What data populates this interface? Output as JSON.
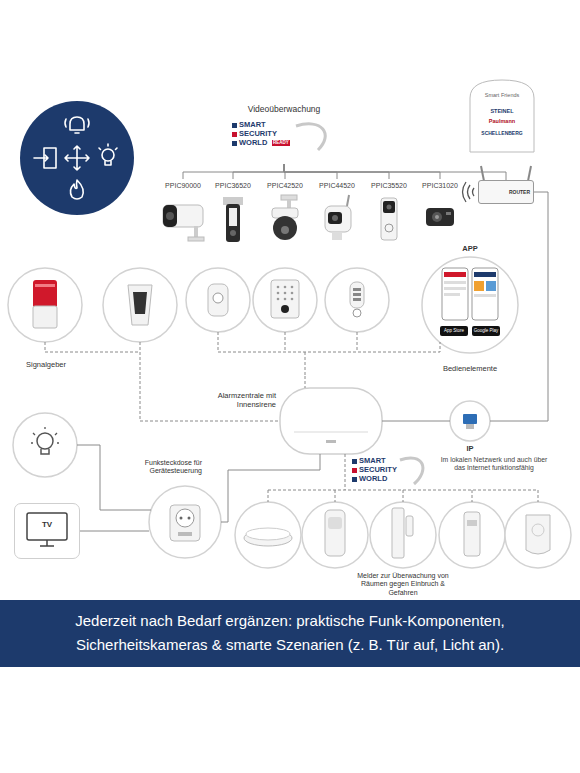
{
  "diagram": {
    "caption": "Jederzeit nach Bedarf ergänzen: praktische Funk-Komponenten, Sicherheitskameras & smarte Szenarien (z. B. Tür auf, Licht an).",
    "nodes": [
      {
        "text": [
          "Videoüberwachung"
        ]
      },
      {
        "text": [
          "PPIC90000"
        ]
      },
      {
        "text": [
          "PPIC36520"
        ]
      },
      {
        "text": [
          "PPIC42520"
        ]
      },
      {
        "text": [
          "PPIC44520"
        ]
      },
      {
        "text": [
          "PPIC35520"
        ]
      },
      {
        "text": [
          "PPIC31020"
        ]
      },
      {
        "text": [
          "Smart Friends",
          "STEINEL",
          "Paulmann",
          "SCHELLENBERG"
        ]
      },
      {
        "text": [
          "ROUTER"
        ]
      },
      {
        "text": [
          "Signalgeber"
        ]
      },
      {
        "text": [
          "APP",
          "Bedienelemente"
        ]
      },
      {
        "text": [
          "Alarmzentrale mit Innensirene"
        ]
      },
      {
        "text": [
          "IP",
          "Im lokalen Netzwerk und auch über das Internet funktionsfähig"
        ]
      },
      {
        "text": [
          "TV"
        ]
      },
      {
        "text": [
          "Funksteckdose für Gerätesteuerung"
        ]
      },
      {
        "text": [
          "Melder zur Überwachung von Räumen gegen Einbruch & Gefahren"
        ]
      }
    ],
    "edges": [
      {
        "from": 0,
        "to": 1,
        "arrow": "none"
      },
      {
        "from": 0,
        "to": 2,
        "arrow": "none"
      },
      {
        "from": 0,
        "to": 3,
        "arrow": "none"
      },
      {
        "from": 0,
        "to": 4,
        "arrow": "none"
      },
      {
        "from": 0,
        "to": 5,
        "arrow": "none"
      },
      {
        "from": 0,
        "to": 6,
        "arrow": "none"
      },
      {
        "from": 0,
        "to": 8,
        "arrow": "none"
      },
      {
        "from": 9,
        "to": 11,
        "arrow": "none"
      },
      {
        "from": 10,
        "to": 11,
        "arrow": "none"
      },
      {
        "from": 11,
        "to": 12,
        "arrow": "none"
      },
      {
        "from": 12,
        "to": 8,
        "arrow": "none"
      },
      {
        "from": 11,
        "to": 14,
        "arrow": "none"
      },
      {
        "from": 14,
        "to": 13,
        "arrow": "none"
      },
      {
        "from": 11,
        "to": 15,
        "arrow": "none"
      }
    ],
    "labels": [
      "SMART",
      "SECURITY",
      "WORLD",
      "READY",
      "App Store",
      "Google Play",
      "SMART",
      "SECURITY",
      "WORLD"
    ]
  }
}
